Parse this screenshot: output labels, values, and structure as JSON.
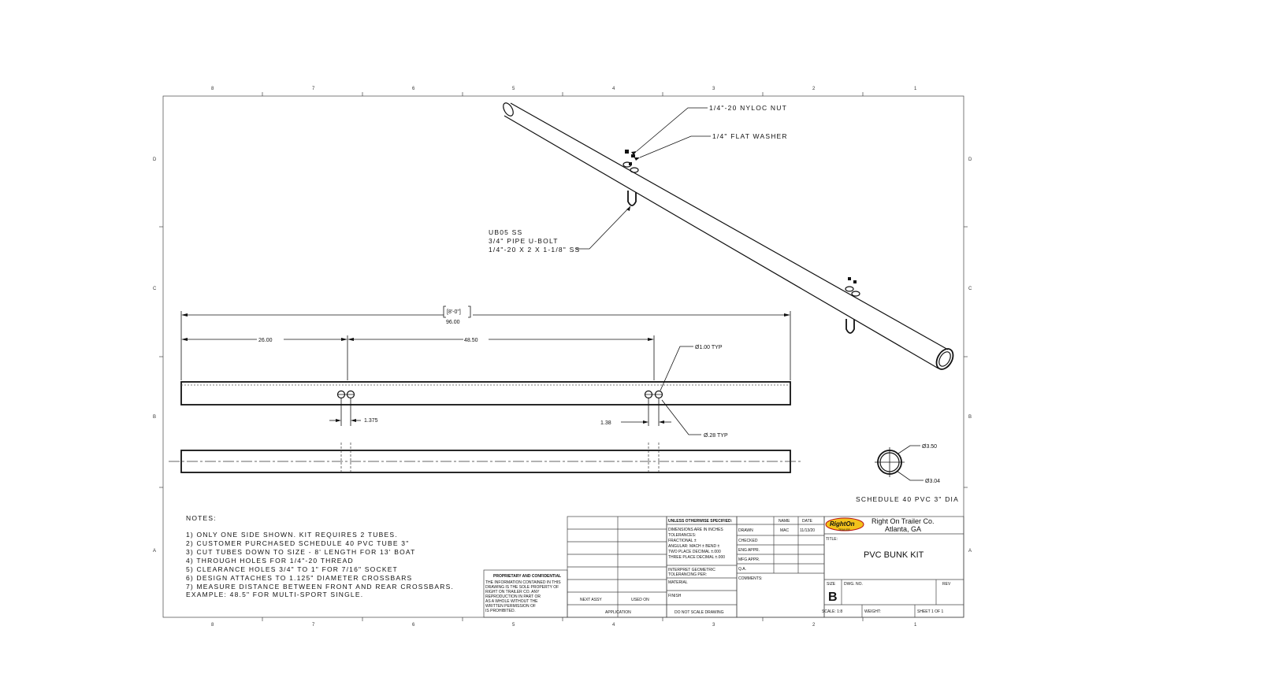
{
  "zones": {
    "columns": [
      "8",
      "7",
      "6",
      "5",
      "4",
      "3",
      "2",
      "1"
    ],
    "rows": [
      "D",
      "C",
      "B",
      "A"
    ]
  },
  "callouts": {
    "nyloc_nut": "1/4\"-20 NYLOC NUT",
    "flat_washer": "1/4\" FLAT WASHER",
    "ubolt": [
      "UB05 SS",
      "3/4\" PIPE U-BOLT",
      "1/4\"-20 X 2 X 1-1/8\" SS"
    ]
  },
  "dimensions": {
    "overall_feet": "[8'-0\"]",
    "overall_inches": "96.00",
    "front_offset": "26.00",
    "hole_spacing": "48.50",
    "hole_dia": "Ø1.00 TYP",
    "small_hole_dia": "Ø.28 TYP",
    "hole_gap_left": "1.375",
    "hole_gap_right": "1.38",
    "outer_dia": "Ø3.50",
    "inner_dia": "Ø3.04",
    "section_label": "SCHEDULE 40 PVC 3\" DIA"
  },
  "notes": {
    "heading": "NOTES:",
    "lines": [
      "1) ONLY ONE SIDE SHOWN. KIT REQUIRES 2 TUBES.",
      "2) CUSTOMER PURCHASED SCHEDULE 40 PVC TUBE 3\"",
      "3) CUT TUBES DOWN TO SIZE - 8' LENGTH FOR 13' BOAT",
      "4) THROUGH HOLES FOR 1/4\"-20 THREAD",
      "5) CLEARANCE HOLES 3/4\" TO 1\" FOR 7/16\" SOCKET",
      "6) DESIGN ATTACHES TO 1.125\" DIAMETER CROSSBARS",
      "7) MEASURE DISTANCE BETWEEN FRONT AND REAR CROSSBARS.",
      "EXAMPLE: 48.5\" FOR MULTI-SPORT SINGLE."
    ]
  },
  "title_block": {
    "unless_specified": "UNLESS OTHERWISE SPECIFIED:",
    "dims_lines": [
      "DIMENSIONS ARE IN INCHES",
      "TOLERANCES:",
      "FRACTIONAL ±",
      "ANGULAR: MACH ±  BEND ±",
      "TWO PLACE DECIMAL   ±.000",
      "THREE PLACE DECIMAL  ±.000"
    ],
    "interpret": [
      "INTERPRET GEOMETRIC",
      "TOLERANCING PER:"
    ],
    "material": "MATERIAL",
    "finish": "FINISH",
    "do_not_scale": "DO NOT SCALE DRAWING",
    "next_assy": "NEXT ASSY",
    "used_on": "USED ON",
    "application": "APPLICATION",
    "proprietary_title": "PROPRIETARY AND CONFIDENTIAL",
    "proprietary_lines": [
      "THE INFORMATION CONTAINED IN THIS",
      "DRAWING IS THE SOLE PROPERTY OF",
      "RIGHT ON TRAILER CO. ANY",
      "REPRODUCTION IN PART OR",
      "AS A WHOLE WITHOUT THE",
      "WRITTEN PERMISSION OF",
      "IS PROHIBITED."
    ],
    "name_hdr": "NAME",
    "date_hdr": "DATE",
    "rows": [
      {
        "label": "DRAWN",
        "name": "MAC",
        "date": "11/13/20"
      },
      {
        "label": "CHECKED",
        "name": "",
        "date": ""
      },
      {
        "label": "ENG APPR.",
        "name": "",
        "date": ""
      },
      {
        "label": "MFG APPR.",
        "name": "",
        "date": ""
      },
      {
        "label": "Q.A.",
        "name": "",
        "date": ""
      }
    ],
    "comments": "COMMENTS:",
    "logo_text": "RightOn",
    "logo_sub": "TRAILER",
    "company": "Right On Trailer Co.",
    "city": "Atlanta, GA",
    "title_label": "TITLE:",
    "title": "PVC BUNK KIT",
    "size_label": "SIZE",
    "size": "B",
    "dwg_label": "DWG. NO.",
    "rev_label": "REV",
    "scale": "SCALE: 1:8",
    "weight": "WEIGHT:",
    "sheet": "SHEET 1 OF 1"
  }
}
